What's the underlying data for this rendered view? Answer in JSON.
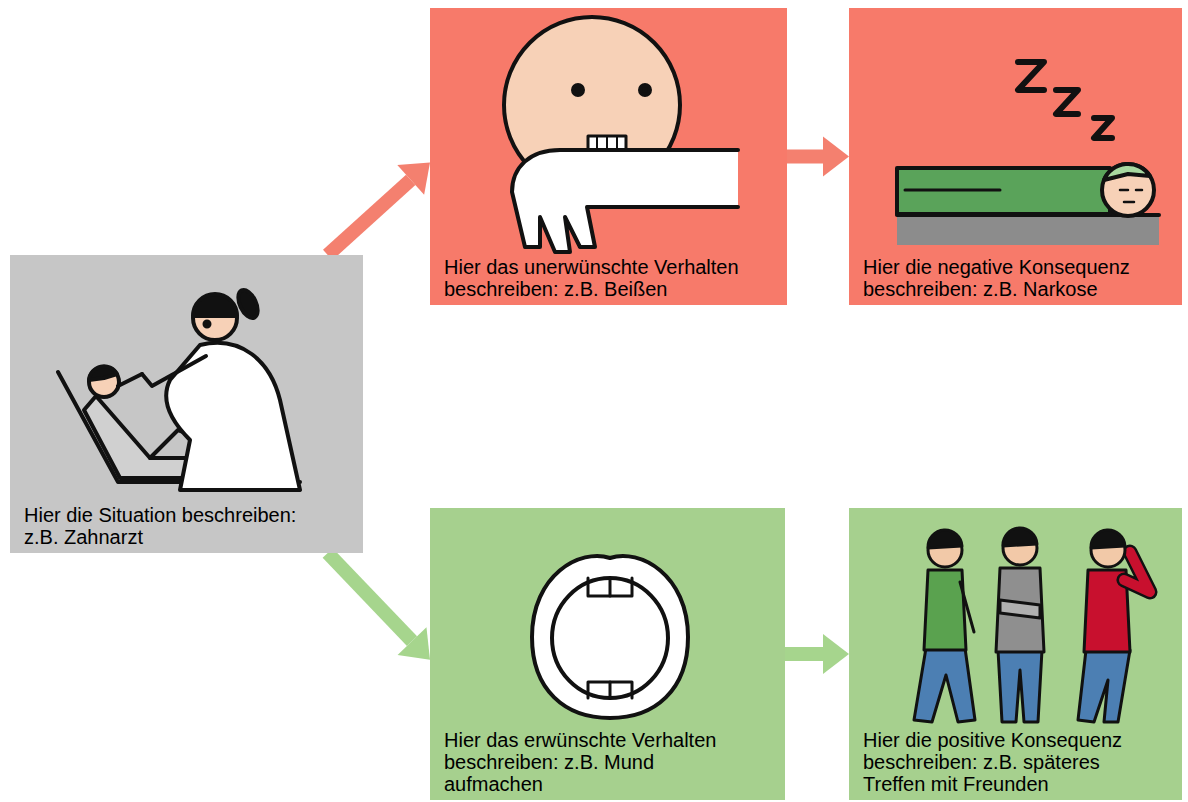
{
  "diagram": {
    "nodes": [
      {
        "text": [
          "Hier die Situation beschreiben: z.B. Zahnarzt"
        ]
      },
      {
        "text": [
          "Hier das unerwünschte Verhalten beschreiben: z.B. Beißen"
        ]
      },
      {
        "text": [
          "Hier die negative Konsequenz beschreiben: z.B. Narkose"
        ]
      },
      {
        "text": [
          "Hier das erwünschte Verhalten beschreiben: z.B. Mund aufmachen"
        ]
      },
      {
        "text": [
          "Hier die positive Konsequenz beschreiben: z.B. späteres Treffen mit Freunden"
        ]
      }
    ],
    "edges": [
      {
        "from": 0,
        "to": 1,
        "arrow": "to"
      },
      {
        "from": 0,
        "to": 3,
        "arrow": "to"
      },
      {
        "from": 1,
        "to": 2,
        "arrow": "to"
      },
      {
        "from": 3,
        "to": 4,
        "arrow": "to"
      }
    ]
  }
}
